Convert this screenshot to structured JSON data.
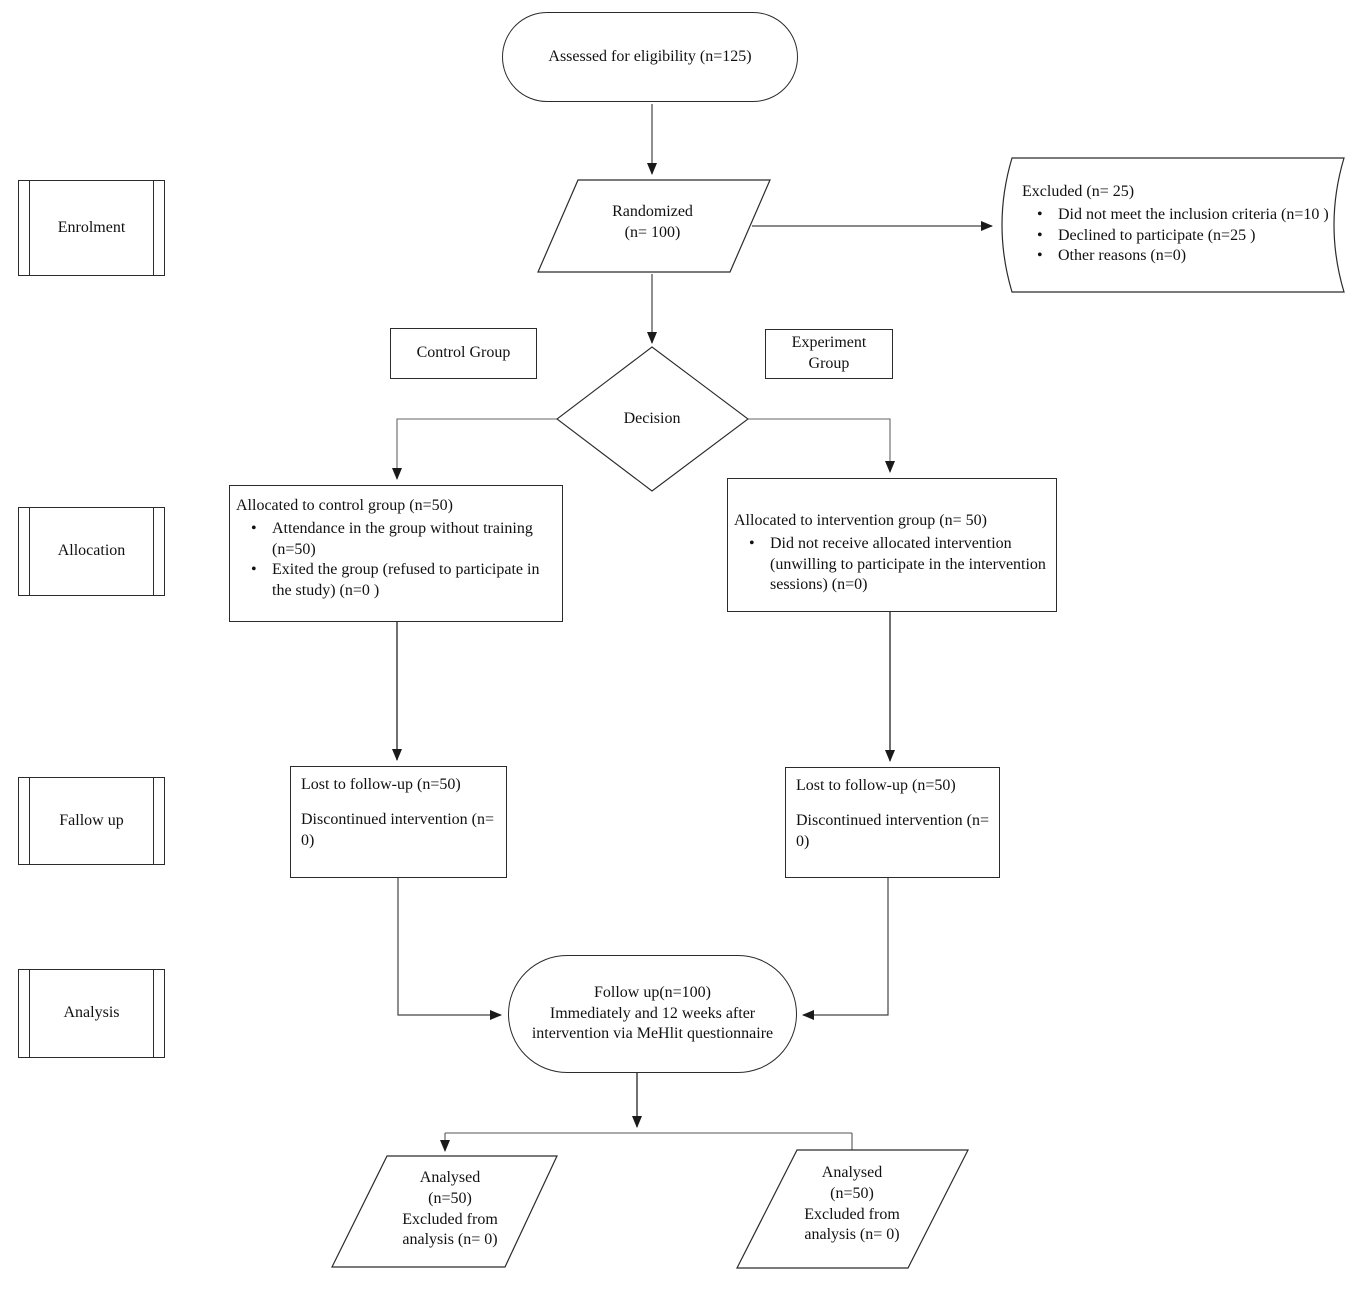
{
  "figure": {
    "assessed": {
      "text": "Assessed for eligibility (n=125)"
    },
    "randomized": {
      "line1": "Randomized",
      "line2": "(n= 100)"
    },
    "excluded": {
      "title": "Excluded (n= 25)",
      "bullets": [
        "Did not meet the inclusion criteria (n=10 )",
        "Declined to participate (n=25  )",
        "Other reasons (n=0)"
      ]
    },
    "stages": {
      "enrolment": "Enrolment",
      "allocation": "Allocation",
      "follow_up": "Fallow up",
      "analysis": "Analysis"
    },
    "control_group": "Control Group",
    "experiment_group": {
      "line1": "Experiment",
      "line2": "Group"
    },
    "decision": "Decision",
    "allocated_control": {
      "title": "Allocated to control group (n=50)",
      "bullets": [
        "Attendance in the group without training (n=50)",
        "Exited the group (refused to participate in the study) (n=0 )"
      ]
    },
    "allocated_intervention": {
      "title": "Allocated to intervention group (n= 50)",
      "bullets": [
        "Did not receive allocated intervention (unwilling to participate in the intervention sessions) (n=0)"
      ]
    },
    "lost_left": {
      "line1": "Lost to follow-up (n=50)",
      "line2": "Discontinued intervention (n= 0)"
    },
    "lost_right": {
      "line1": "Lost to follow-up (n=50)",
      "line2": "Discontinued intervention (n= 0)"
    },
    "follow_up_oval": {
      "line1": "Follow up(n=100)",
      "line2": "Immediately and 12 weeks after",
      "line3": "intervention via MeHlit questionnaire"
    },
    "analysed_left": {
      "lines": [
        "Analysed",
        "(n=50)",
        "Excluded from",
        "analysis (n= 0)"
      ]
    },
    "analysed_right": {
      "lines": [
        "Analysed",
        "(n=50)",
        "Excluded from",
        "analysis (n= 0)"
      ]
    },
    "colors": {
      "shape_stroke": "#2b2b2b",
      "connector": "#555555",
      "background": "#ffffff",
      "text": "#111111"
    }
  }
}
